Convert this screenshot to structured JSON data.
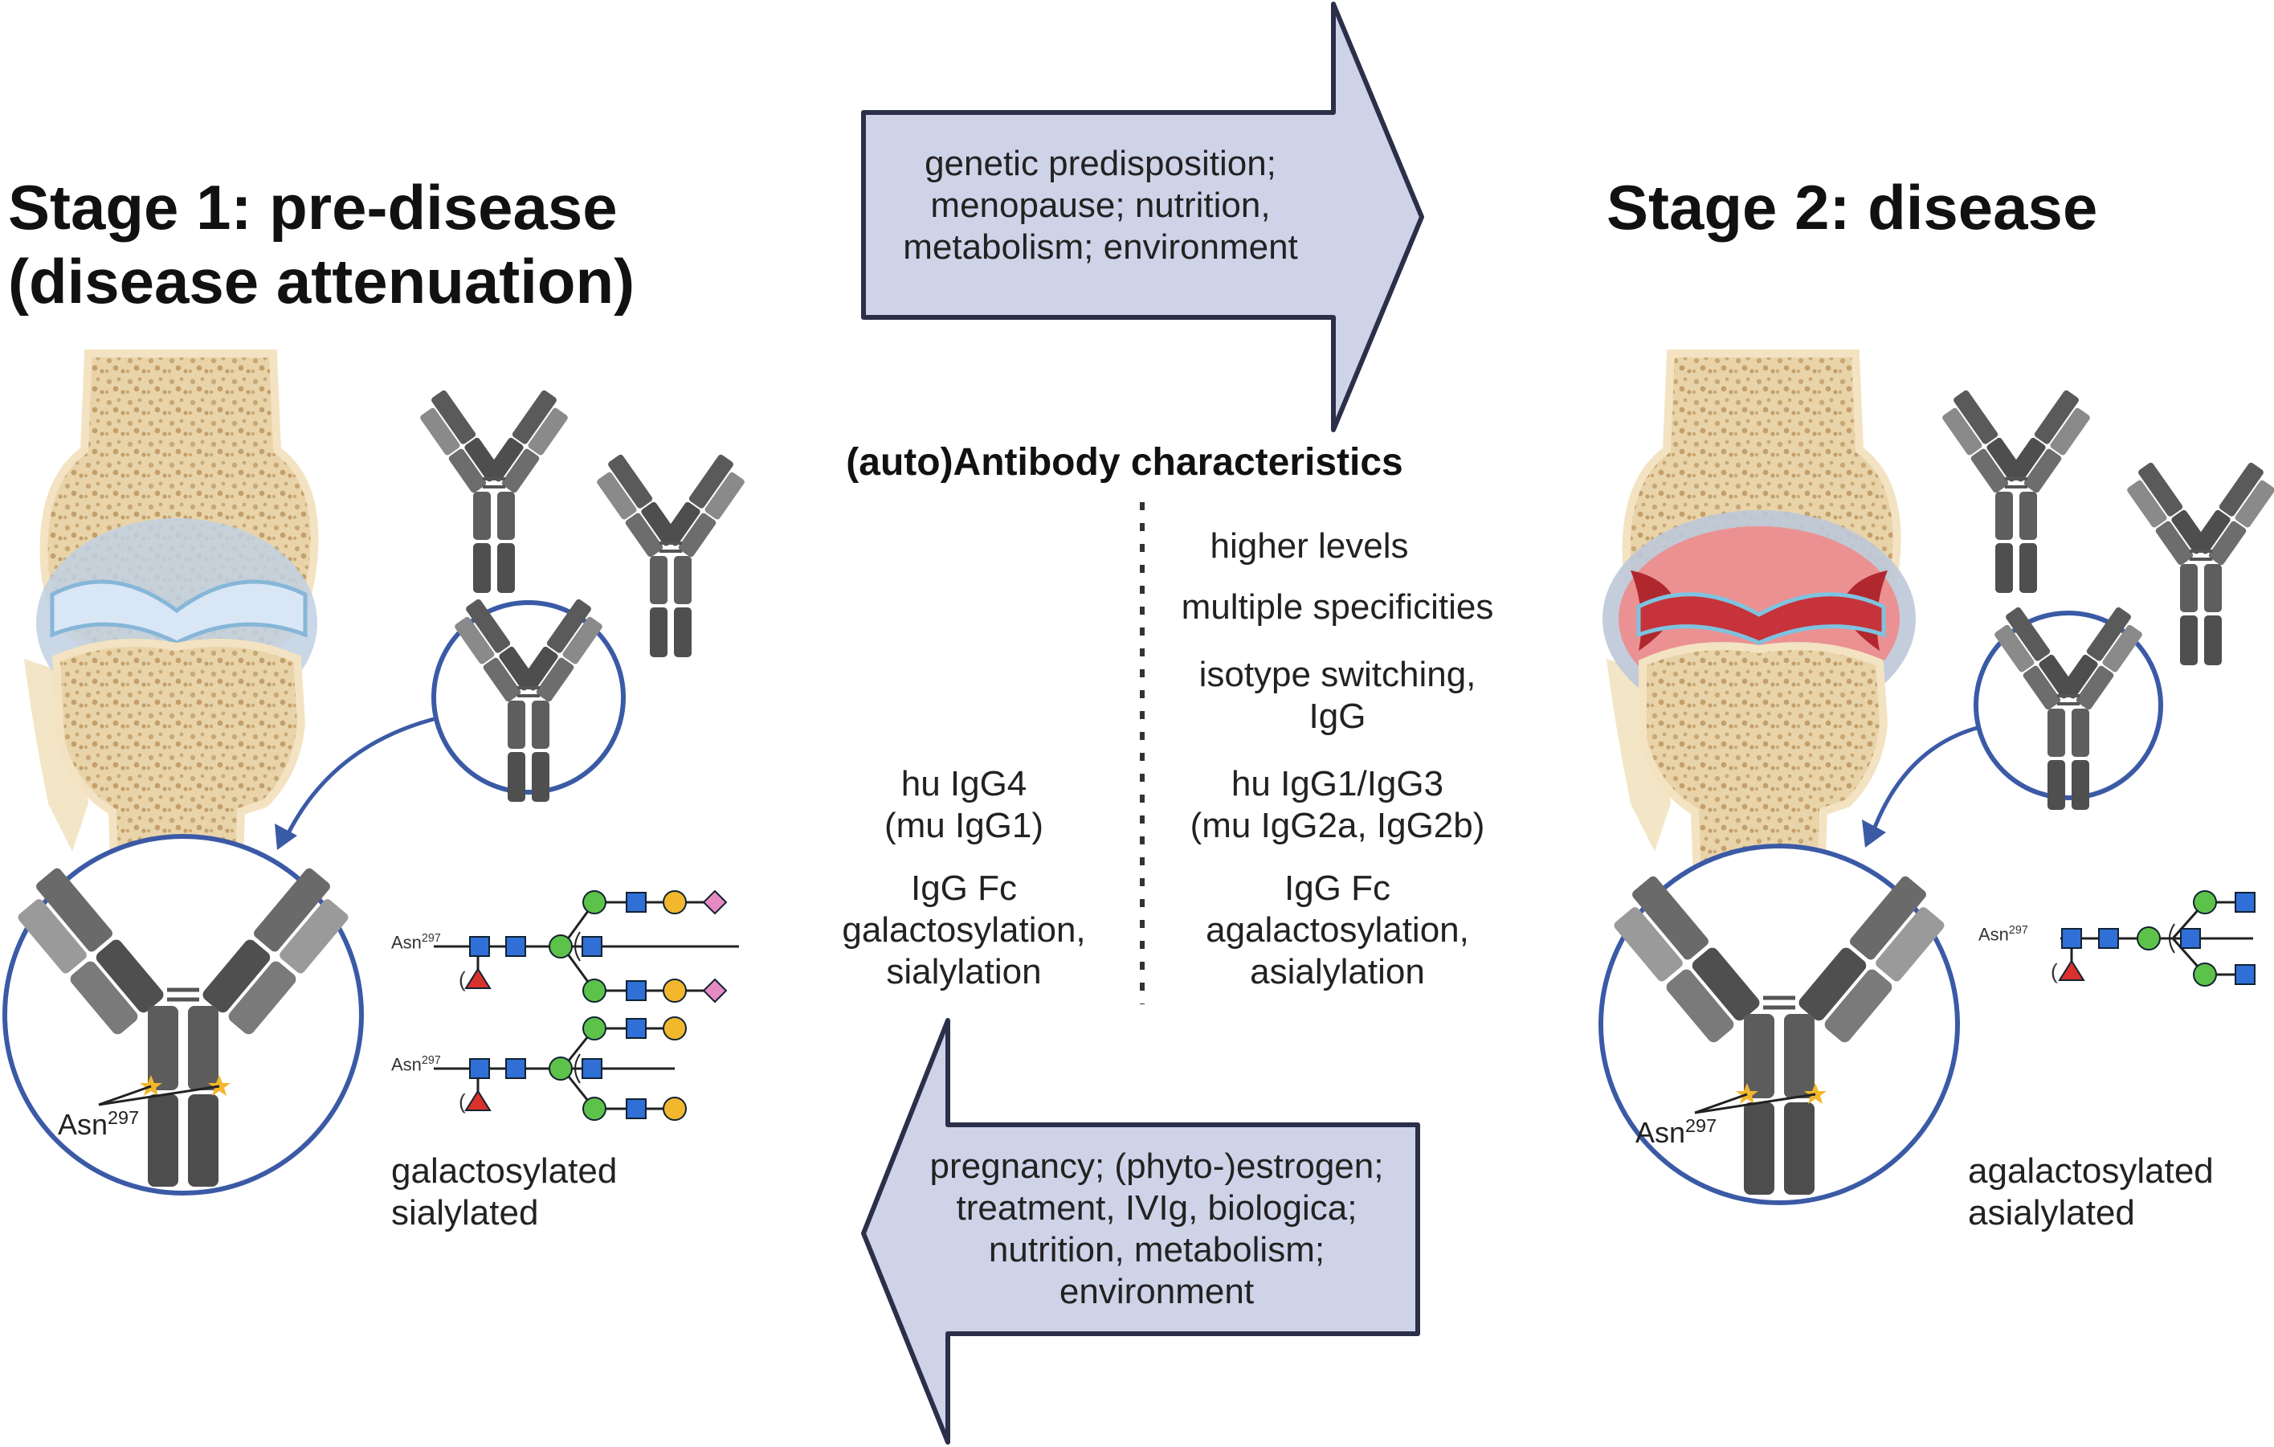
{
  "stage1": {
    "title_line1": "Stage 1: pre-disease",
    "title_line2": "(disease attenuation)"
  },
  "stage2": {
    "title": "Stage 2: disease"
  },
  "arrow_right": {
    "line1": "genetic predisposition;",
    "line2": "menopause; nutrition,",
    "line3": "metabolism; environment"
  },
  "arrow_left": {
    "line1": "pregnancy; (phyto-)estrogen;",
    "line2": "treatment, IVIg, biologica;",
    "line3": "nutrition, metabolism;",
    "line4": "environment"
  },
  "characteristics": {
    "heading": "(auto)Antibody characteristics",
    "right": {
      "higher_levels": "higher levels",
      "specificities": "multiple specificities",
      "isotype_line1": "isotype switching,",
      "isotype_line2": "IgG",
      "subclass_line1": "hu IgG1/IgG3",
      "subclass_line2": "(mu IgG2a, IgG2b)",
      "fc_line1": "IgG Fc",
      "fc_line2": "agalactosylation,",
      "fc_line3": "asialylation"
    },
    "left": {
      "subclass_line1": "hu IgG4",
      "subclass_line2": "(mu IgG1)",
      "fc_line1": "IgG Fc",
      "fc_line2": "galactosylation,",
      "fc_line3": "sialylation"
    }
  },
  "glycans": {
    "asn_label": "Asn",
    "asn_number": "297",
    "stage1_caption_line1": "galactosylated",
    "stage1_caption_line2": "sialylated",
    "stage2_caption_line1": "agalactosylated",
    "stage2_caption_line2": "asialylated"
  },
  "colors": {
    "arrow_fill": "#cfd3e8",
    "arrow_stroke": "#2b2f4a",
    "circle_stroke": "#3b5aa6",
    "glcnac_blue": "#2f6fd6",
    "mannose_green": "#5dc24a",
    "galactose_yellow": "#f2b72d",
    "sialic_pink": "#e68bc0",
    "fucose_red": "#d9312b",
    "bone": "#e8d2a8",
    "inflammation": "#e0474c"
  }
}
